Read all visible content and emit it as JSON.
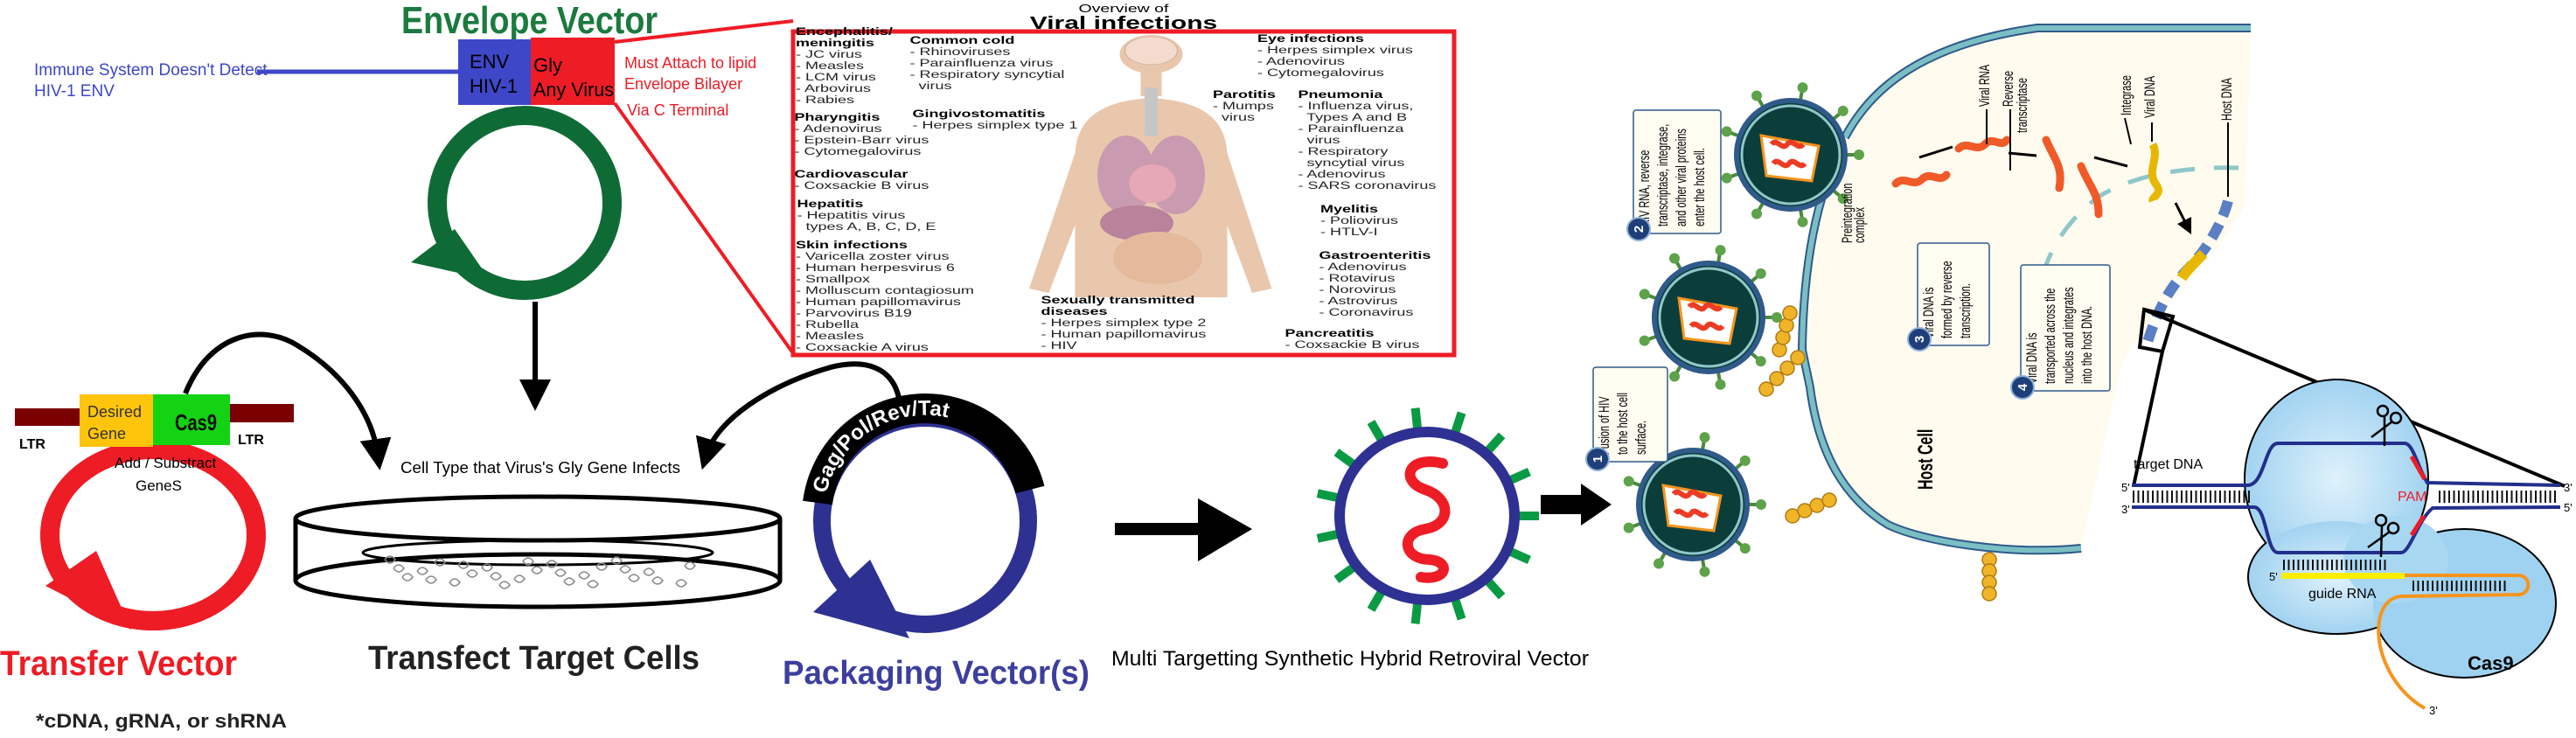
{
  "envelope": {
    "title": "Envelope Vector",
    "env_box": [
      "ENV",
      "HIV-1"
    ],
    "gly_box": [
      "Gly",
      "Any Virus"
    ],
    "immune_note": [
      "Immune System Doesn't Detect",
      "HIV-1 ENV"
    ],
    "attach_note": [
      "Must Attach to lipid",
      "Envelope Bilayer",
      "Via C Terminal"
    ]
  },
  "inset": {
    "title_small": "Overview of",
    "title": "Viral infections",
    "groups": [
      {
        "heading": [
          "Encephalitis/",
          "meningitis"
        ],
        "items": [
          "- JC virus",
          "- Measles",
          "- LCM virus",
          "- Arbovirus",
          "- Rabies"
        ]
      },
      {
        "heading": [
          "Common cold"
        ],
        "items": [
          "- Rhinoviruses",
          "- Parainfluenza virus",
          "- Respiratory syncytial",
          "  virus"
        ]
      },
      {
        "heading": [
          "Eye infections"
        ],
        "items": [
          "- Herpes simplex virus",
          "- Adenovirus",
          "- Cytomegalovirus"
        ]
      },
      {
        "heading": [
          "Parotitis"
        ],
        "items": [
          "- Mumps",
          "  virus"
        ]
      },
      {
        "heading": [
          "Pneumonia"
        ],
        "items": [
          "- Influenza virus,",
          "  Types A and B",
          "- Parainfluenza",
          "  virus",
          "- Respiratory",
          "  syncytial virus",
          "- Adenovirus",
          "- SARS coronavirus"
        ]
      },
      {
        "heading": [
          "Pharyngitis"
        ],
        "items": [
          "- Adenovirus",
          "- Epstein-Barr virus",
          "- Cytomegalovirus"
        ]
      },
      {
        "heading": [
          "Gingivostomatitis"
        ],
        "items": [
          "- Herpes simplex type 1"
        ]
      },
      {
        "heading": [
          "Cardiovascular"
        ],
        "items": [
          "- Coxsackie B virus"
        ]
      },
      {
        "heading": [
          "Hepatitis"
        ],
        "items": [
          "- Hepatitis virus",
          "  types A, B, C, D, E"
        ]
      },
      {
        "heading": [
          "Myelitis"
        ],
        "items": [
          "- Poliovirus",
          "- HTLV-I"
        ]
      },
      {
        "heading": [
          "Skin infections"
        ],
        "items": [
          "- Varicella zoster virus",
          "- Human herpesvirus 6",
          "- Smallpox",
          "- Molluscum contagiosum",
          "- Human papillomavirus",
          "- Parvovirus B19",
          "- Rubella",
          "- Measles",
          "- Coxsackie A virus"
        ]
      },
      {
        "heading": [
          "Gastroenteritis"
        ],
        "items": [
          "- Adenovirus",
          "- Rotavirus",
          "- Norovirus",
          "- Astrovirus",
          "- Coronavirus"
        ]
      },
      {
        "heading": [
          "Sexually transmitted",
          "diseases"
        ],
        "items": [
          "- Herpes simplex type 2",
          "- Human papillomavirus",
          "- HIV"
        ]
      },
      {
        "heading": [
          "Pancreatitis"
        ],
        "items": [
          "- Coxsackie B virus"
        ]
      }
    ]
  },
  "transfer": {
    "desired_gene": [
      "Desired",
      "Gene"
    ],
    "cas9": "Cas9",
    "ltr_left": "LTR",
    "ltr_right": "LTR",
    "add_note": [
      "Add / Substract",
      "GeneS"
    ],
    "title": "Transfer Vector",
    "footnote": "*cDNA, gRNA, or shRNA"
  },
  "target": {
    "cell_type_note": "Cell Type that Virus's Gly Gene Infects",
    "title": "Transfect Target Cells"
  },
  "packaging": {
    "arc_label": "Gag/Pol/Rev/Tat",
    "title": "Packaging Vector(s)"
  },
  "hybrid": {
    "label": "Multi Targetting Synthetic Hybrid Retroviral Vector"
  },
  "host": {
    "host_cell_label": "Host Cell",
    "preintegration": [
      "Preintegration",
      "complex"
    ],
    "viral_rna": "Viral RNA",
    "reverse_transcriptase": [
      "Reverse",
      "transcriptase"
    ],
    "integrase": "Integrase",
    "viral_dna": "Viral DNA",
    "host_dna": "Host DNA",
    "steps": [
      {
        "number": "1",
        "lines": [
          "Fusion of  HIV",
          "to the host cell",
          "surface."
        ]
      },
      {
        "number": "2",
        "lines": [
          "HIV RNA, reverse",
          "transcriptase, integrase,",
          "and other viral proteins",
          "enter the host cell."
        ]
      },
      {
        "number": "3",
        "lines": [
          "Viral DNA is",
          "formed by reverse",
          "transcription."
        ]
      },
      {
        "number": "4",
        "lines": [
          "Viral DNA is",
          "transported across the",
          "nucleus and integrates",
          "into the host DNA."
        ]
      }
    ]
  },
  "crispr": {
    "target_dna": "target DNA",
    "five_prime": "5'",
    "three_prime": "3'",
    "pam": "PAM",
    "guide_rna": "guide RNA",
    "cas9": "Cas9"
  },
  "colors": {
    "envelope_green": "#1b7a3e",
    "env_blue": "#3d47c8",
    "gly_red": "#ee1c25",
    "desired_gene_yellow": "#ffc40c",
    "cas9_green": "#13d313",
    "ltr_darkred": "#7a0000",
    "transfer_red": "#ee1c25",
    "packaging_blue": "#2e3192",
    "cas9_protein": "#a3d5f2"
  }
}
